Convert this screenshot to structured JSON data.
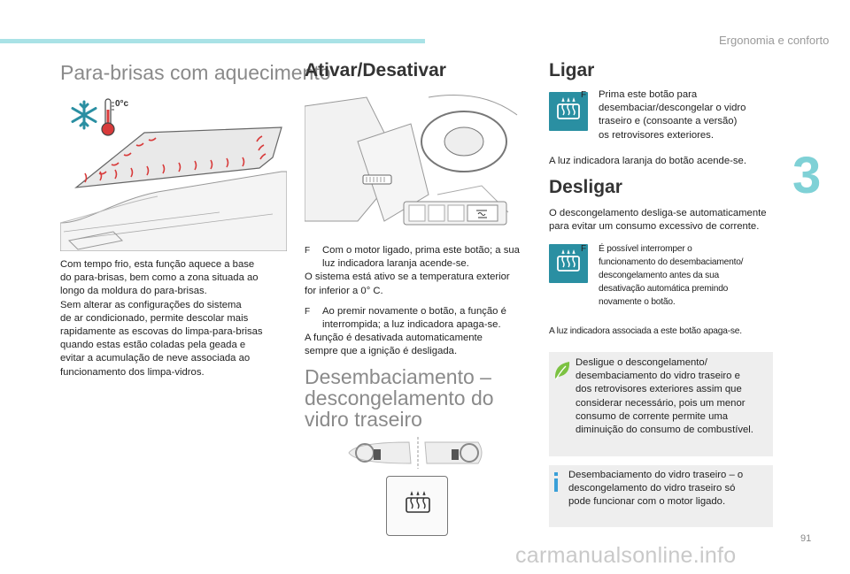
{
  "header": {
    "section_title": "Ergonomia e conforto",
    "chapter_number": "3",
    "page_number": "91"
  },
  "col1": {
    "title": "Para-brisas com aquecimento",
    "thermo_label": "0°c",
    "body": [
      "Com tempo frio, esta função aquece a base",
      "do para-brisas, bem como a zona situada ao",
      "longo da moldura do para-brisas.",
      "Sem alterar as configurações do sistema",
      "de ar condicionado, permite descolar mais",
      "rapidamente as escovas do limpa-para-brisas",
      "quando estas estão coladas pela geada e",
      "evitar a acumulação de neve associada ao",
      "funcionamento dos limpa-vidros."
    ]
  },
  "col2": {
    "title": "Ativar/Desativar",
    "bullet1": [
      "Com o motor ligado, prima este botão; a sua",
      "luz indicadora laranja acende-se."
    ],
    "para1": [
      "O sistema está ativo se a temperatura exterior",
      "for inferior a 0° C."
    ],
    "bullet2": [
      "Ao premir novamente o botão, a função é",
      "interrompida; a luz indicadora apaga-se."
    ],
    "para2": [
      "A função é desativada automaticamente",
      "sempre que a ignição é desligada."
    ],
    "subtitle": [
      "Desembaciamento –",
      "descongelamento do",
      "vidro traseiro"
    ]
  },
  "col3": {
    "ligar_title": "Ligar",
    "ligar_bullet": [
      "Prima este botão para",
      "desembaciar/descongelar o vidro",
      "traseiro e (consoante a versão)",
      "os retrovisores exteriores."
    ],
    "ligar_note": "A luz indicadora laranja do botão acende-se.",
    "desligar_title": "Desligar",
    "desligar_para": [
      "O descongelamento desliga-se automaticamente",
      "para evitar um consumo excessivo de corrente."
    ],
    "desligar_bullet": [
      "É possível interromper o",
      "funcionamento do desembaciamento/",
      "descongelamento antes da sua",
      "desativação automática premindo",
      "novamente o botão."
    ],
    "desligar_note": "A luz indicadora associada a este botão apaga-se.",
    "eco_box": [
      "Desligue o descongelamento/",
      "desembaciamento do vidro traseiro e",
      "dos retrovisores exteriores assim que",
      "considerar necessário, pois um menor",
      "consumo de corrente permite uma",
      "diminuição do consumo de combustível."
    ],
    "info_box": [
      "Desembaciamento do vidro traseiro – o",
      "descongelamento do vidro traseiro só",
      "pode funcionar com o motor ligado."
    ]
  },
  "bullet_glyph": "F",
  "watermark": "carmanualsonline.info",
  "colors": {
    "accent": "#2a8fa2",
    "header_bar": "#a9e2e6",
    "chapter": "#7fd1d6",
    "eco_green": "#7cc242",
    "info_blue": "#3aa0d8",
    "heat_red": "#d83a3a"
  }
}
